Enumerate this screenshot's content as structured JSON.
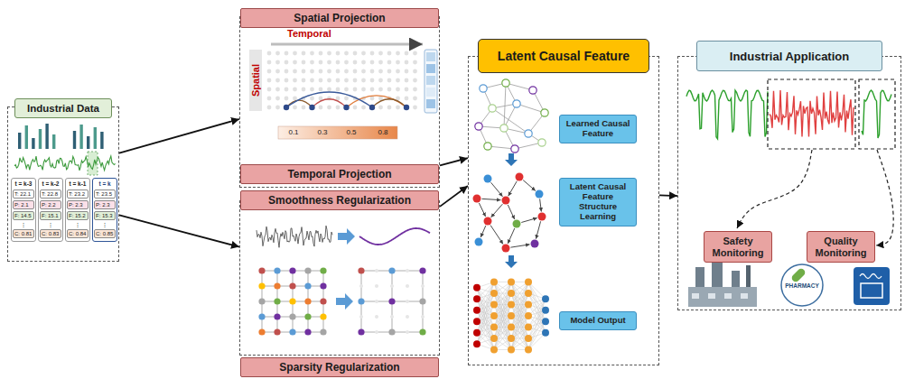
{
  "diagram": {
    "nodes": [
      {
        "text": [
          "Industrial Data"
        ]
      },
      {
        "text": [
          "t = k-3",
          "T: 22.1",
          "P: 2.1",
          "F: 14.5",
          "⋮",
          "C: 0.81"
        ],
        "in": 0
      },
      {
        "text": [
          "t = k-2",
          "T: 22.8",
          "P: 2.2",
          "F: 15.1",
          "⋮",
          "C: 0.83"
        ],
        "in": 0
      },
      {
        "text": [
          "t = k-1",
          "T: 23.2",
          "P: 2.3",
          "F: 15.2",
          "⋮",
          "C: 0.84"
        ],
        "in": 0
      },
      {
        "text": [
          "t = k",
          "T: 23.5",
          "P: 2.3",
          "F: 15.3",
          "⋮",
          "C: 0.85"
        ],
        "in": 0
      },
      {
        "text": [
          "Spatial Projection",
          "Temporal Projection"
        ]
      },
      {
        "text": [
          "Smoothness Regularization",
          "Sparsity Regularization"
        ]
      },
      {
        "text": [
          "Latent Causal Feature"
        ]
      },
      {
        "text": [
          "Learned Causal Feature"
        ],
        "in": 7
      },
      {
        "text": [
          "Latent Causal Feature Structure Learning"
        ],
        "in": 7
      },
      {
        "text": [
          "Model Output"
        ],
        "in": 7
      },
      {
        "text": [
          "Industrial Application"
        ]
      },
      {
        "text": [
          "Safety Monitoring"
        ],
        "in": 11
      },
      {
        "text": [
          "Quality Monitoring"
        ],
        "in": 11
      }
    ],
    "edges": [
      {
        "from": 0,
        "to": 5,
        "arrow": "to"
      },
      {
        "from": 0,
        "to": 6,
        "arrow": "to"
      },
      {
        "from": 5,
        "to": 7,
        "arrow": "to"
      },
      {
        "from": 6,
        "to": 7,
        "arrow": "to"
      },
      {
        "from": 7,
        "to": 11,
        "arrow": "to"
      }
    ],
    "labels": [
      "Temporal",
      "Spatial",
      "0.1",
      "0.3",
      "0.5",
      "0.8",
      "PHARMACY"
    ]
  }
}
